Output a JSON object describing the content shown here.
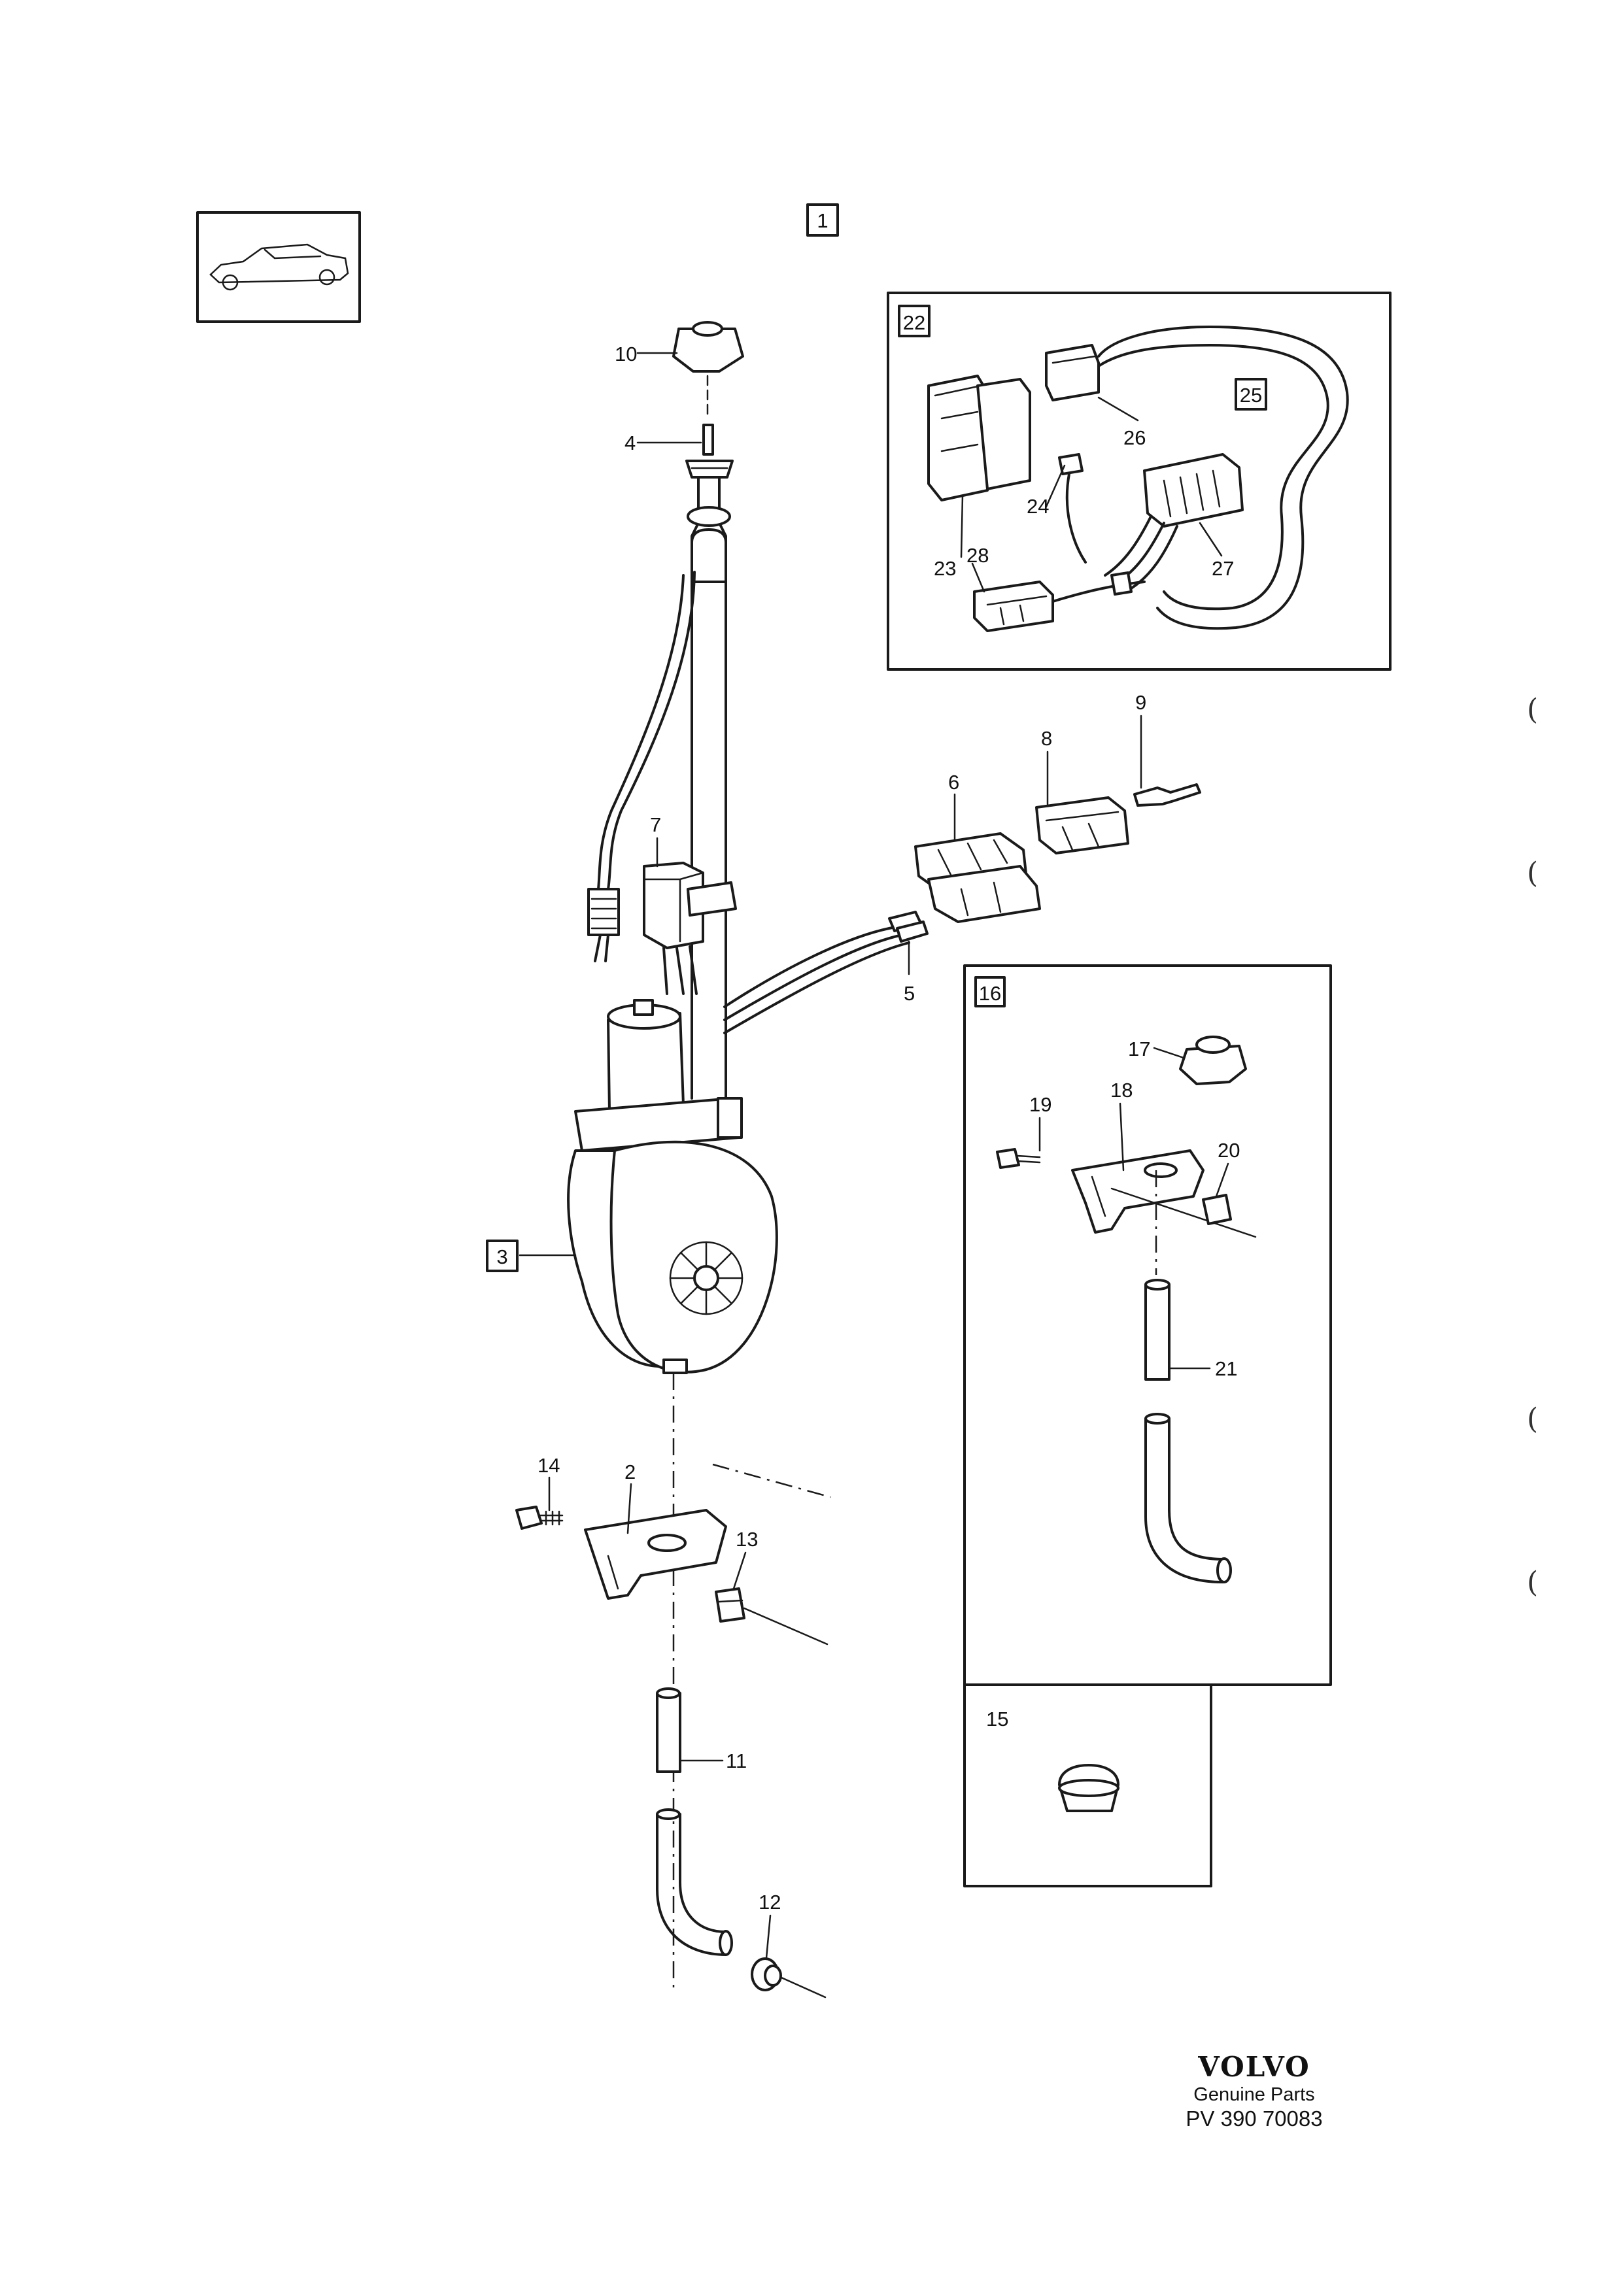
{
  "page": {
    "ref_box": "1",
    "side_marks": [
      "(",
      "(",
      "(",
      "("
    ]
  },
  "callouts": {
    "c2": "2",
    "c3": "3",
    "c4": "4",
    "c5": "5",
    "c6": "6",
    "c7": "7",
    "c8": "8",
    "c9": "9",
    "c10": "10",
    "c11": "11",
    "c12": "12",
    "c13": "13",
    "c14": "14",
    "c15": "15",
    "c16": "16",
    "c17": "17",
    "c18": "18",
    "c19": "19",
    "c20": "20",
    "c21": "21",
    "c22": "22",
    "c23": "23",
    "c24": "24",
    "c25": "25",
    "c26": "26",
    "c27": "27",
    "c28": "28"
  },
  "brand": {
    "name": "VOLVO",
    "subtitle": "Genuine Parts",
    "code": "PV 390 70083"
  }
}
